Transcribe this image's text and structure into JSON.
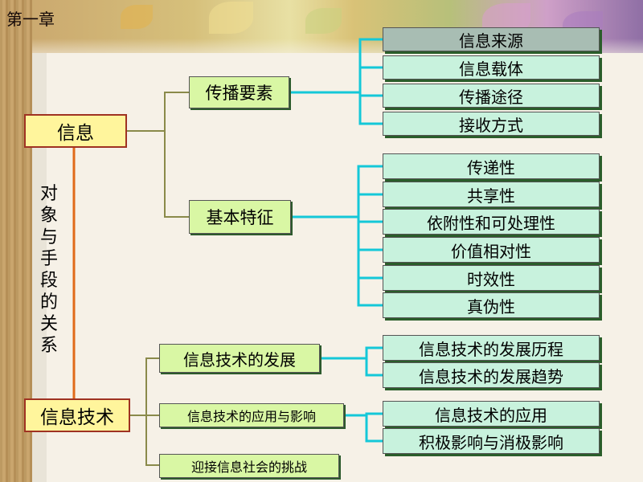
{
  "chapter_title": "第一章",
  "side_text": [
    "对",
    "象",
    "与",
    "手",
    "段",
    "的",
    "关",
    "系"
  ],
  "info": {
    "label": "信息",
    "elements": {
      "label": "传播要素",
      "items": [
        "信息来源",
        "信息载体",
        "传播途径",
        "接收方式"
      ]
    },
    "features": {
      "label": "基本特征",
      "items": [
        "传递性",
        "共享性",
        "依附性和可处理性",
        "价值相对性",
        "时效性",
        "真伪性"
      ]
    }
  },
  "tech": {
    "label": "信息技术",
    "development": {
      "label": "信息技术的发展",
      "items": [
        "信息技术的发展历程",
        "信息技术的发展趋势"
      ]
    },
    "application": {
      "label": "信息技术的应用与影响",
      "items": [
        "信息技术的应用",
        "积极影响与消极影响"
      ]
    },
    "challenge": {
      "label": "迎接信息社会的挑战"
    }
  },
  "colors": {
    "main_border": "#9f3222",
    "cyan_line": "#14c8d8",
    "olive_line": "#8a8a4a",
    "orange_line": "#e06a1a"
  }
}
